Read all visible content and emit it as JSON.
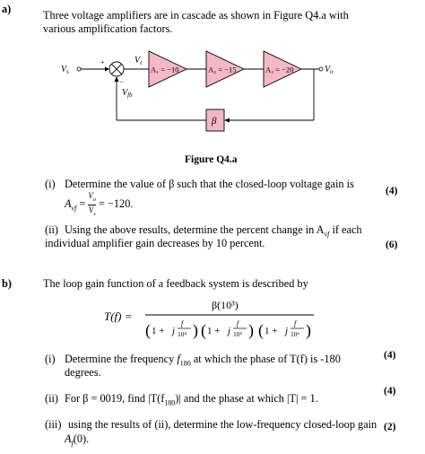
{
  "partA": {
    "label": "a)",
    "intro1": "Three voltage amplifiers are in cascade as shown in Figure Q4.a with",
    "intro2": "various amplification factors.",
    "diagram": {
      "vs": "V",
      "vs_sub": "s",
      "ve": "V",
      "ve_sub": "ε",
      "vfb": "V",
      "vfb_sub": "fb",
      "vo": "V",
      "vo_sub": "o",
      "plus": "+",
      "minus": "−",
      "amp1": "A₁ = −10",
      "amp2": "A₂ = −15",
      "amp3": "A₃ = −20",
      "beta": "β"
    },
    "figure_caption": "Figure Q4.a",
    "q1": {
      "num": "(i)",
      "line1": "Determine the value of β such that the closed-loop voltage gain is",
      "formula_lhs": "A",
      "formula_sub": "vf",
      "formula_num": "V",
      "formula_num_sub": "o",
      "formula_den": "V",
      "formula_den_sub": "s",
      "formula_value": "= −120.",
      "marks": "(4)"
    },
    "q2": {
      "num": "(ii)",
      "line1": "Using the above results, determine the percent change in A",
      "line1_sub": "vf",
      "line1_end": "if each",
      "line2": "individual amplifier gain decreases by 10 percent.",
      "marks": "(6)"
    }
  },
  "partB": {
    "label": "b)",
    "intro": "The loop gain function of a feedback system is described by",
    "tf_lhs": "T(f) =",
    "tf_num": "β(10³)",
    "tf_den1": "10⁴",
    "tf_den2": "10⁵",
    "tf_den3": "10⁶",
    "q1": {
      "num": "(i)",
      "line1a": "Determine the frequency",
      "f180": "f",
      "f180_sub": "180",
      "line1b": "at which the phase of T(f) is -180",
      "line2": "degrees.",
      "marks": "(4)"
    },
    "q2": {
      "num": "(ii)",
      "text_a": "For β = 0019, find |T(f",
      "text_sub": "180",
      "text_b": ")| and the phase at which |T| = 1.",
      "marks": "(4)"
    },
    "q3": {
      "num": "(iii)",
      "line1": "using the results of (ii), determine the low-frequency closed-loop gain",
      "line2": "A",
      "line2_sub": "f",
      "line2_end": "(0).",
      "marks": "(2)"
    }
  }
}
